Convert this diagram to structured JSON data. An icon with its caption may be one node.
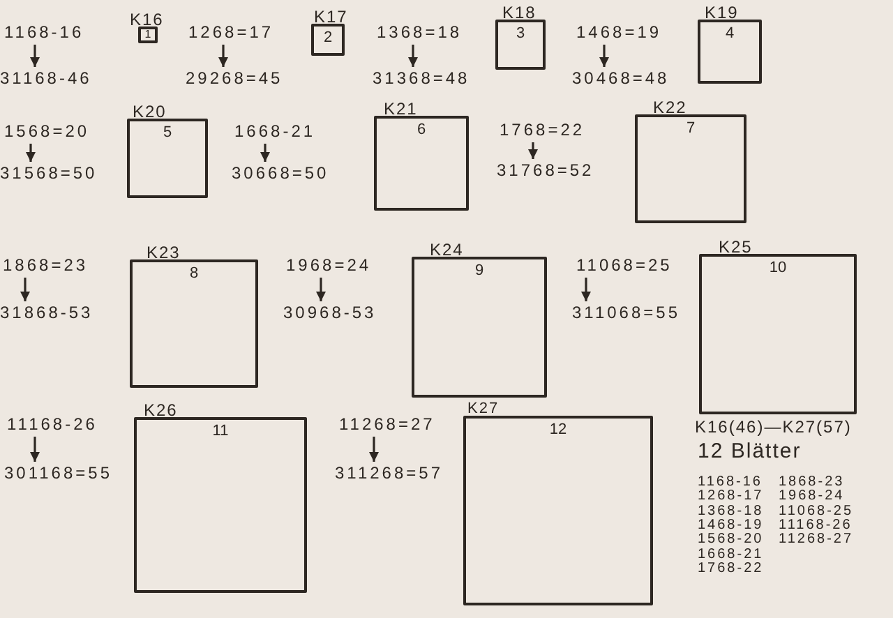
{
  "diagram": {
    "nodes": [
      {
        "text": [
          "1168-16"
        ]
      },
      {
        "text": [
          "31168-46"
        ]
      },
      {
        "text": [
          "K16",
          "1"
        ]
      },
      {
        "text": [
          "1268=17"
        ]
      },
      {
        "text": [
          "29268=45"
        ]
      },
      {
        "text": [
          "K17",
          "2"
        ]
      },
      {
        "text": [
          "1368=18"
        ]
      },
      {
        "text": [
          "31368=48"
        ]
      },
      {
        "text": [
          "K18",
          "3"
        ]
      },
      {
        "text": [
          "1468=19"
        ]
      },
      {
        "text": [
          "30468=48"
        ]
      },
      {
        "text": [
          "K19",
          "4"
        ]
      },
      {
        "text": [
          "1568=20"
        ]
      },
      {
        "text": [
          "31568=50"
        ]
      },
      {
        "text": [
          "K20",
          "5"
        ]
      },
      {
        "text": [
          "1668-21"
        ]
      },
      {
        "text": [
          "30668=50"
        ]
      },
      {
        "text": [
          "K21",
          "6"
        ]
      },
      {
        "text": [
          "1768=22"
        ]
      },
      {
        "text": [
          "31768=52"
        ]
      },
      {
        "text": [
          "K22",
          "7"
        ]
      },
      {
        "text": [
          "1868=23"
        ]
      },
      {
        "text": [
          "31868-53"
        ]
      },
      {
        "text": [
          "K23",
          "8"
        ]
      },
      {
        "text": [
          "1968=24"
        ]
      },
      {
        "text": [
          "30968-53"
        ]
      },
      {
        "text": [
          "K24",
          "9"
        ]
      },
      {
        "text": [
          "11068=25"
        ]
      },
      {
        "text": [
          "311068=55"
        ]
      },
      {
        "text": [
          "K25",
          "10"
        ]
      },
      {
        "text": [
          "11168-26"
        ]
      },
      {
        "text": [
          "301168=55"
        ]
      },
      {
        "text": [
          "K26",
          "11"
        ]
      },
      {
        "text": [
          "11268=27"
        ]
      },
      {
        "text": [
          "311268=57"
        ]
      },
      {
        "text": [
          "K27",
          "12"
        ]
      }
    ],
    "edges": [
      {
        "from": 0,
        "to": 1,
        "arrow": "to"
      },
      {
        "from": 3,
        "to": 4,
        "arrow": "to"
      },
      {
        "from": 6,
        "to": 7,
        "arrow": "to"
      },
      {
        "from": 9,
        "to": 10,
        "arrow": "to"
      },
      {
        "from": 12,
        "to": 13,
        "arrow": "to"
      },
      {
        "from": 15,
        "to": 16,
        "arrow": "to"
      },
      {
        "from": 18,
        "to": 19,
        "arrow": "to"
      },
      {
        "from": 21,
        "to": 22,
        "arrow": "to"
      },
      {
        "from": 24,
        "to": 25,
        "arrow": "to"
      },
      {
        "from": 27,
        "to": 28,
        "arrow": "to"
      },
      {
        "from": 30,
        "to": 31,
        "arrow": "to"
      },
      {
        "from": 33,
        "to": 34,
        "arrow": "to"
      }
    ],
    "labels": [
      "K16(46)—K27(57)",
      "12 Blätter",
      "1168-16",
      "1868-23",
      "1268-17",
      "1968-24",
      "1368-18",
      "11068-25",
      "1468-19",
      "11168-26",
      "1568-20",
      "11268-27",
      "1668-21",
      "1768-22"
    ]
  }
}
